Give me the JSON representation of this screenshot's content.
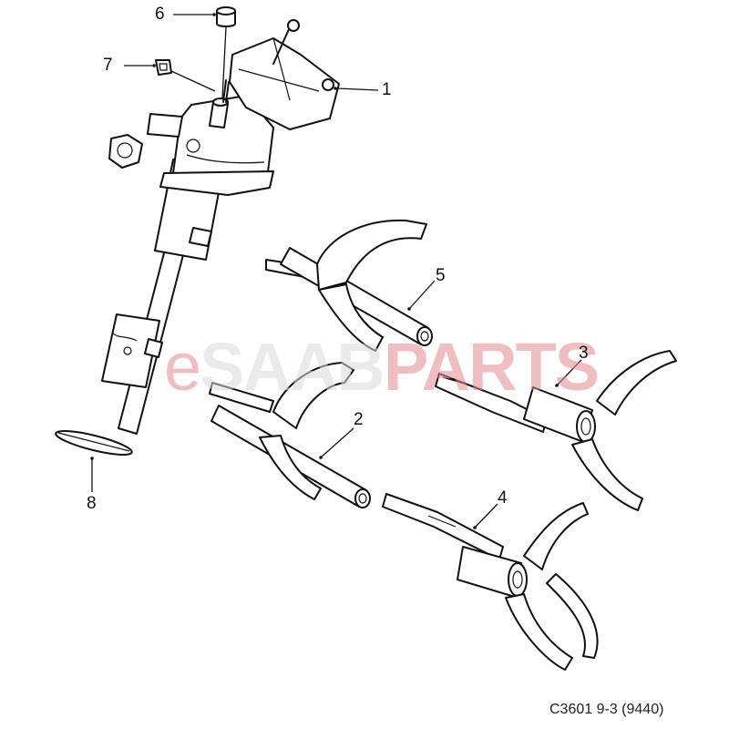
{
  "diagram": {
    "caption": "C3601 9-3 (9440)",
    "watermark": {
      "prefix": "e",
      "brand": "SAAB",
      "suffix": "PARTS",
      "accent_color": "#e58a8f",
      "brand_color": "#d9d9d9"
    },
    "callouts": [
      {
        "number": "1",
        "part": "gear-selector-housing"
      },
      {
        "number": "2",
        "part": "shift-fork-with-rod"
      },
      {
        "number": "3",
        "part": "shift-fork-with-sleeve"
      },
      {
        "number": "4",
        "part": "shift-fork-with-sleeve"
      },
      {
        "number": "5",
        "part": "shift-fork-with-rod"
      },
      {
        "number": "6",
        "part": "cap"
      },
      {
        "number": "7",
        "part": "connector"
      },
      {
        "number": "8",
        "part": "seal-washer"
      }
    ]
  }
}
